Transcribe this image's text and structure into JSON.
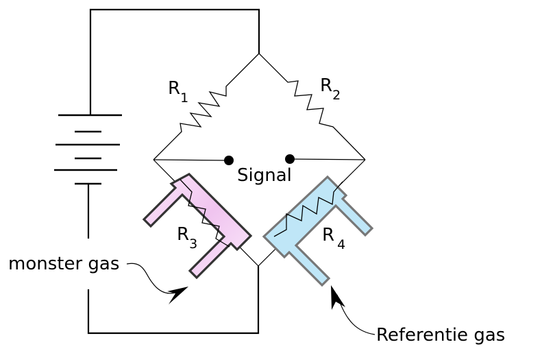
{
  "diagram": {
    "title": "Wheatstone bridge gas sensor",
    "labels": {
      "r1": {
        "main": "R",
        "sub": "1"
      },
      "r2": {
        "main": "R",
        "sub": "2"
      },
      "r3": {
        "main": "R",
        "sub": "3"
      },
      "r4": {
        "main": "R",
        "sub": "4"
      },
      "signal": "Signal",
      "sample_gas": "monster gas",
      "reference_gas": "Referentie gas"
    },
    "colors": {
      "wire": "#000000",
      "sensor_r3_fill": "#f5d0f2",
      "sensor_r3_stroke": "#333333",
      "sensor_r4_fill": "#bfe6f7",
      "sensor_r4_stroke": "#777777"
    }
  }
}
